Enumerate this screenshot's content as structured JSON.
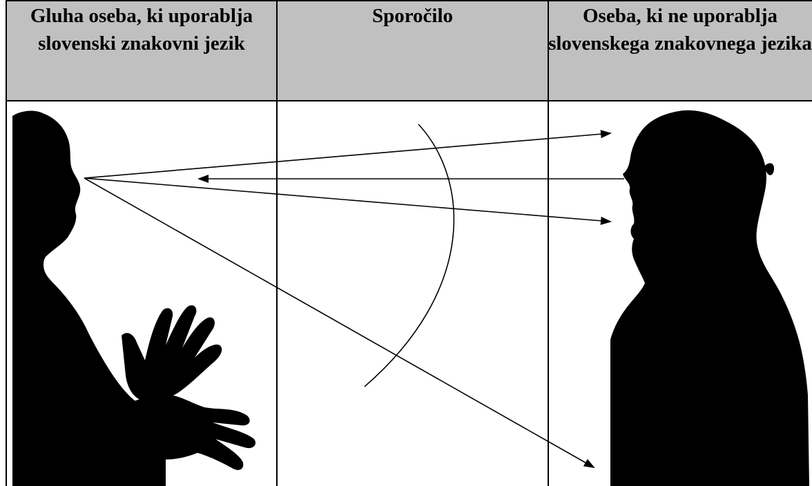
{
  "table": {
    "headers": [
      "Gluha oseba, ki uporablja slovenski znakovni jezik",
      "Sporočilo",
      "Oseba, ki ne uporablja slovenskega znakovnega jezika"
    ]
  },
  "colors": {
    "header_background": "#c0c0c0",
    "silhouette": "#000000",
    "lines": "#000000"
  },
  "icons": {
    "left_figure": "deaf-person-signing-silhouette",
    "right_figure": "hearing-person-silhouette"
  }
}
